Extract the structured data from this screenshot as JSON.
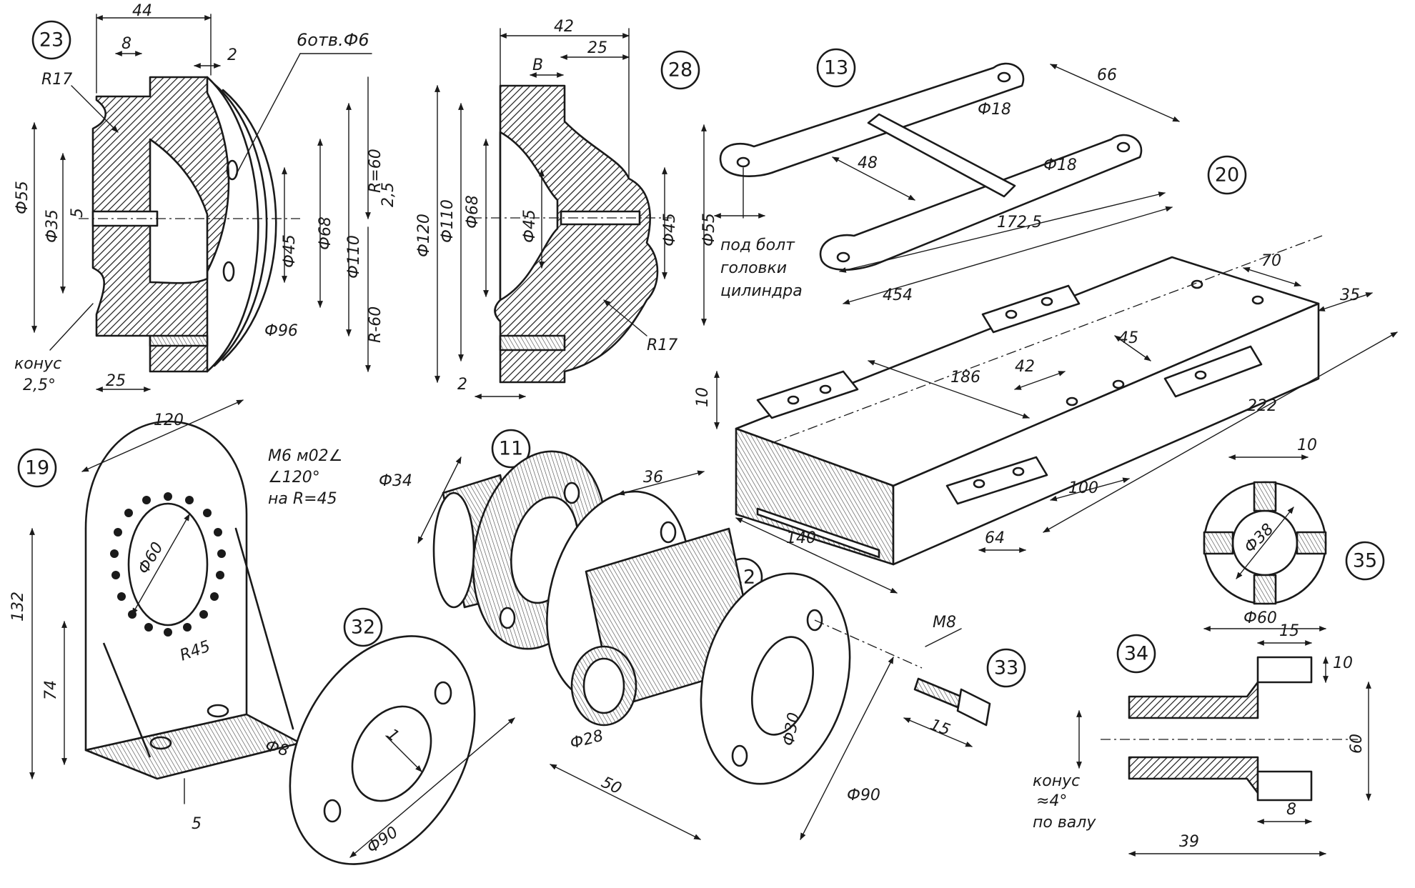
{
  "parts": [
    {
      "id": "23",
      "labels": {
        "d44": "44",
        "d8": "8",
        "d2": "2",
        "holes": "6отв.Ф6",
        "r17": "R17",
        "dia55": "Ф55",
        "dia35": "Ф35",
        "d5": "5",
        "dia45": "Ф45",
        "dia68": "Ф68",
        "dia110": "Ф110",
        "dia96": "Ф96",
        "r60a": "R=60",
        "d25r": "2,5",
        "r60b": "R-60",
        "cone": "конус",
        "cone_angle": "2,5°",
        "d25": "25"
      }
    },
    {
      "id": "28",
      "labels": {
        "d42": "42",
        "d25": "25",
        "b": "B",
        "dia120": "Ф120",
        "dia110": "Ф110",
        "dia68": "Ф68",
        "dia45a": "Ф45",
        "dia45b": "Ф45",
        "dia55": "Ф55",
        "r17": "R17",
        "d2": "2"
      }
    },
    {
      "id": "13",
      "labels": {
        "d66": "66",
        "dia18a": "Ф18",
        "dia18b": "Ф18",
        "d48": "48",
        "d1725": "172,5",
        "d454": "454",
        "note1": "под болт",
        "note2": "головки",
        "note3": "цилиндра"
      }
    },
    {
      "id": "20",
      "labels": {
        "d70": "70",
        "d35": "35",
        "d45": "45",
        "d42": "42",
        "d186": "186",
        "d222": "222",
        "d10": "10",
        "d100": "100",
        "d64": "64",
        "d140": "140"
      }
    },
    {
      "id": "19",
      "labels": {
        "d120": "120",
        "note1": "М6 м02∠",
        "note2": "∠120°",
        "note3": "на R=45",
        "dia60": "Ф60",
        "r45": "R45",
        "d132": "132",
        "d74": "74",
        "dia8": "Ф8",
        "d5": "5"
      }
    },
    {
      "id": "11",
      "labels": {
        "dia34": "Ф34"
      }
    },
    {
      "id": "12",
      "labels": {
        "d36": "36",
        "dia28": "Ф28",
        "dia30": "Ф30",
        "d50": "50",
        "dia90": "Ф90"
      }
    },
    {
      "id": "32",
      "labels": {
        "d1": "1",
        "dia90": "Ф90"
      }
    },
    {
      "id": "33",
      "labels": {
        "m8": "М8",
        "d15": "15"
      }
    },
    {
      "id": "35",
      "labels": {
        "d10": "10",
        "dia38": "Ф38",
        "dia60": "Ф60"
      }
    },
    {
      "id": "34",
      "labels": {
        "d15": "15",
        "d10": "10",
        "d60": "60",
        "d8": "8",
        "d39": "39",
        "cone1": "конус",
        "cone2": "≈4°",
        "cone3": "по валу"
      }
    }
  ]
}
